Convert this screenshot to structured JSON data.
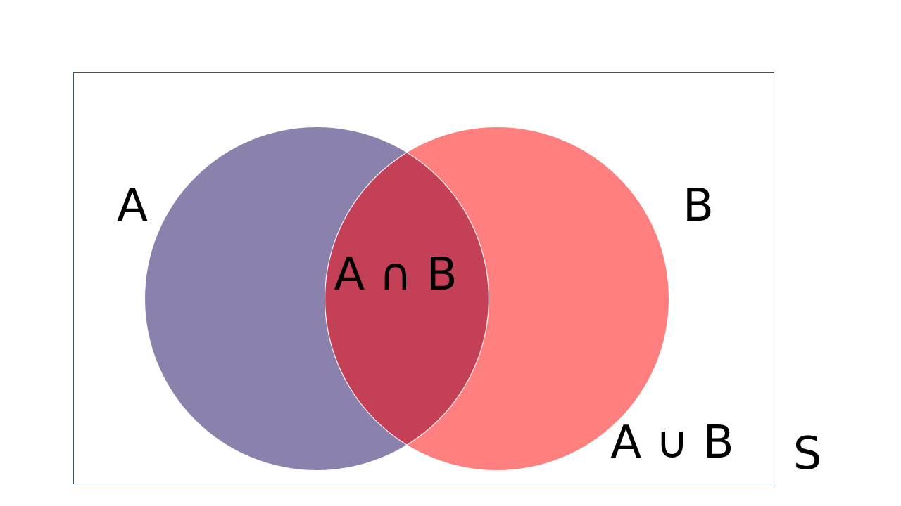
{
  "labels": {
    "set_a": "A",
    "set_b": "B",
    "intersection": "A ∩ B",
    "union": "A ∪ B",
    "universe": "S"
  },
  "colors": {
    "set_a": "#8a82ad",
    "set_b": "#ff7f7f",
    "intersection": "#c44057",
    "universe_border": "#3b4f66",
    "text": "#000000"
  }
}
